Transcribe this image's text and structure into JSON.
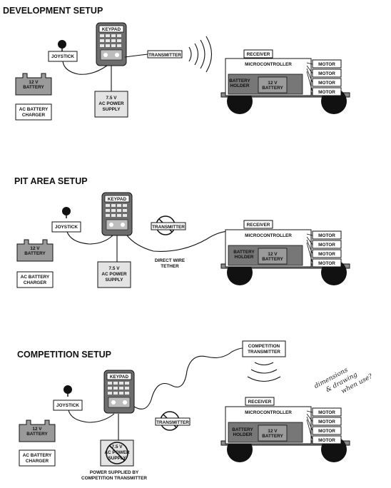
{
  "sections": {
    "development": {
      "title": "DEVELOPMENT SETUP"
    },
    "pit": {
      "title": "PIT AREA SETUP"
    },
    "competition": {
      "title": "COMPETITION SETUP"
    }
  },
  "labels": {
    "keypad": "KEYPAD",
    "joystick": "JOYSTICK",
    "battery": "12 V BATTERY",
    "battery_line1": "12 V",
    "battery_line2": "BATTERY",
    "charger_line1": "AC BATTERY",
    "charger_line2": "CHARGER",
    "psu_line1": "7.5 V",
    "psu_line2": "AC POWER",
    "psu_line3": "SUPPLY",
    "transmitter": "TRANSMITTER",
    "receiver": "RECEIVER",
    "microcontroller": "MICROCONTROLLER",
    "battery_holder_line1": "BATTERY",
    "battery_holder_line2": "HOLDER",
    "motor": "MOTOR",
    "tether_line1": "DIRECT WIRE",
    "tether_line2": "TETHER",
    "comp_tx_line1": "COMPETITION",
    "comp_tx_line2": "TRANSMITTER",
    "power_note_line1": "POWER SUPPLIED BY",
    "power_note_line2": "COMPETITION TRANSMITTER"
  },
  "handwritten_note": [
    "dimensions",
    "& drawing",
    "when use?"
  ]
}
